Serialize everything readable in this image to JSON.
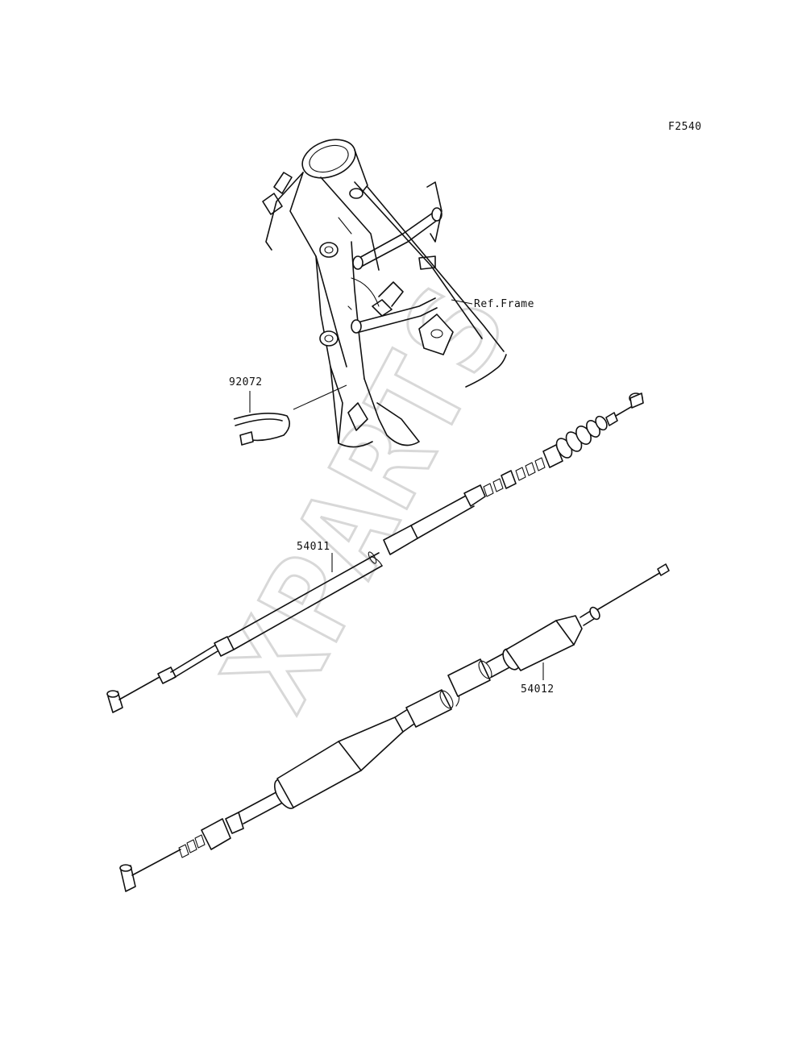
{
  "diagram_code": "F2540",
  "labels": {
    "ref_frame": "Ref.Frame",
    "part_92072": "92072",
    "part_54011": "54011",
    "part_54012": "54012"
  },
  "watermark": "XPARTS",
  "colors": {
    "line": "#111111",
    "watermark_stroke": "#d8d8d8"
  }
}
